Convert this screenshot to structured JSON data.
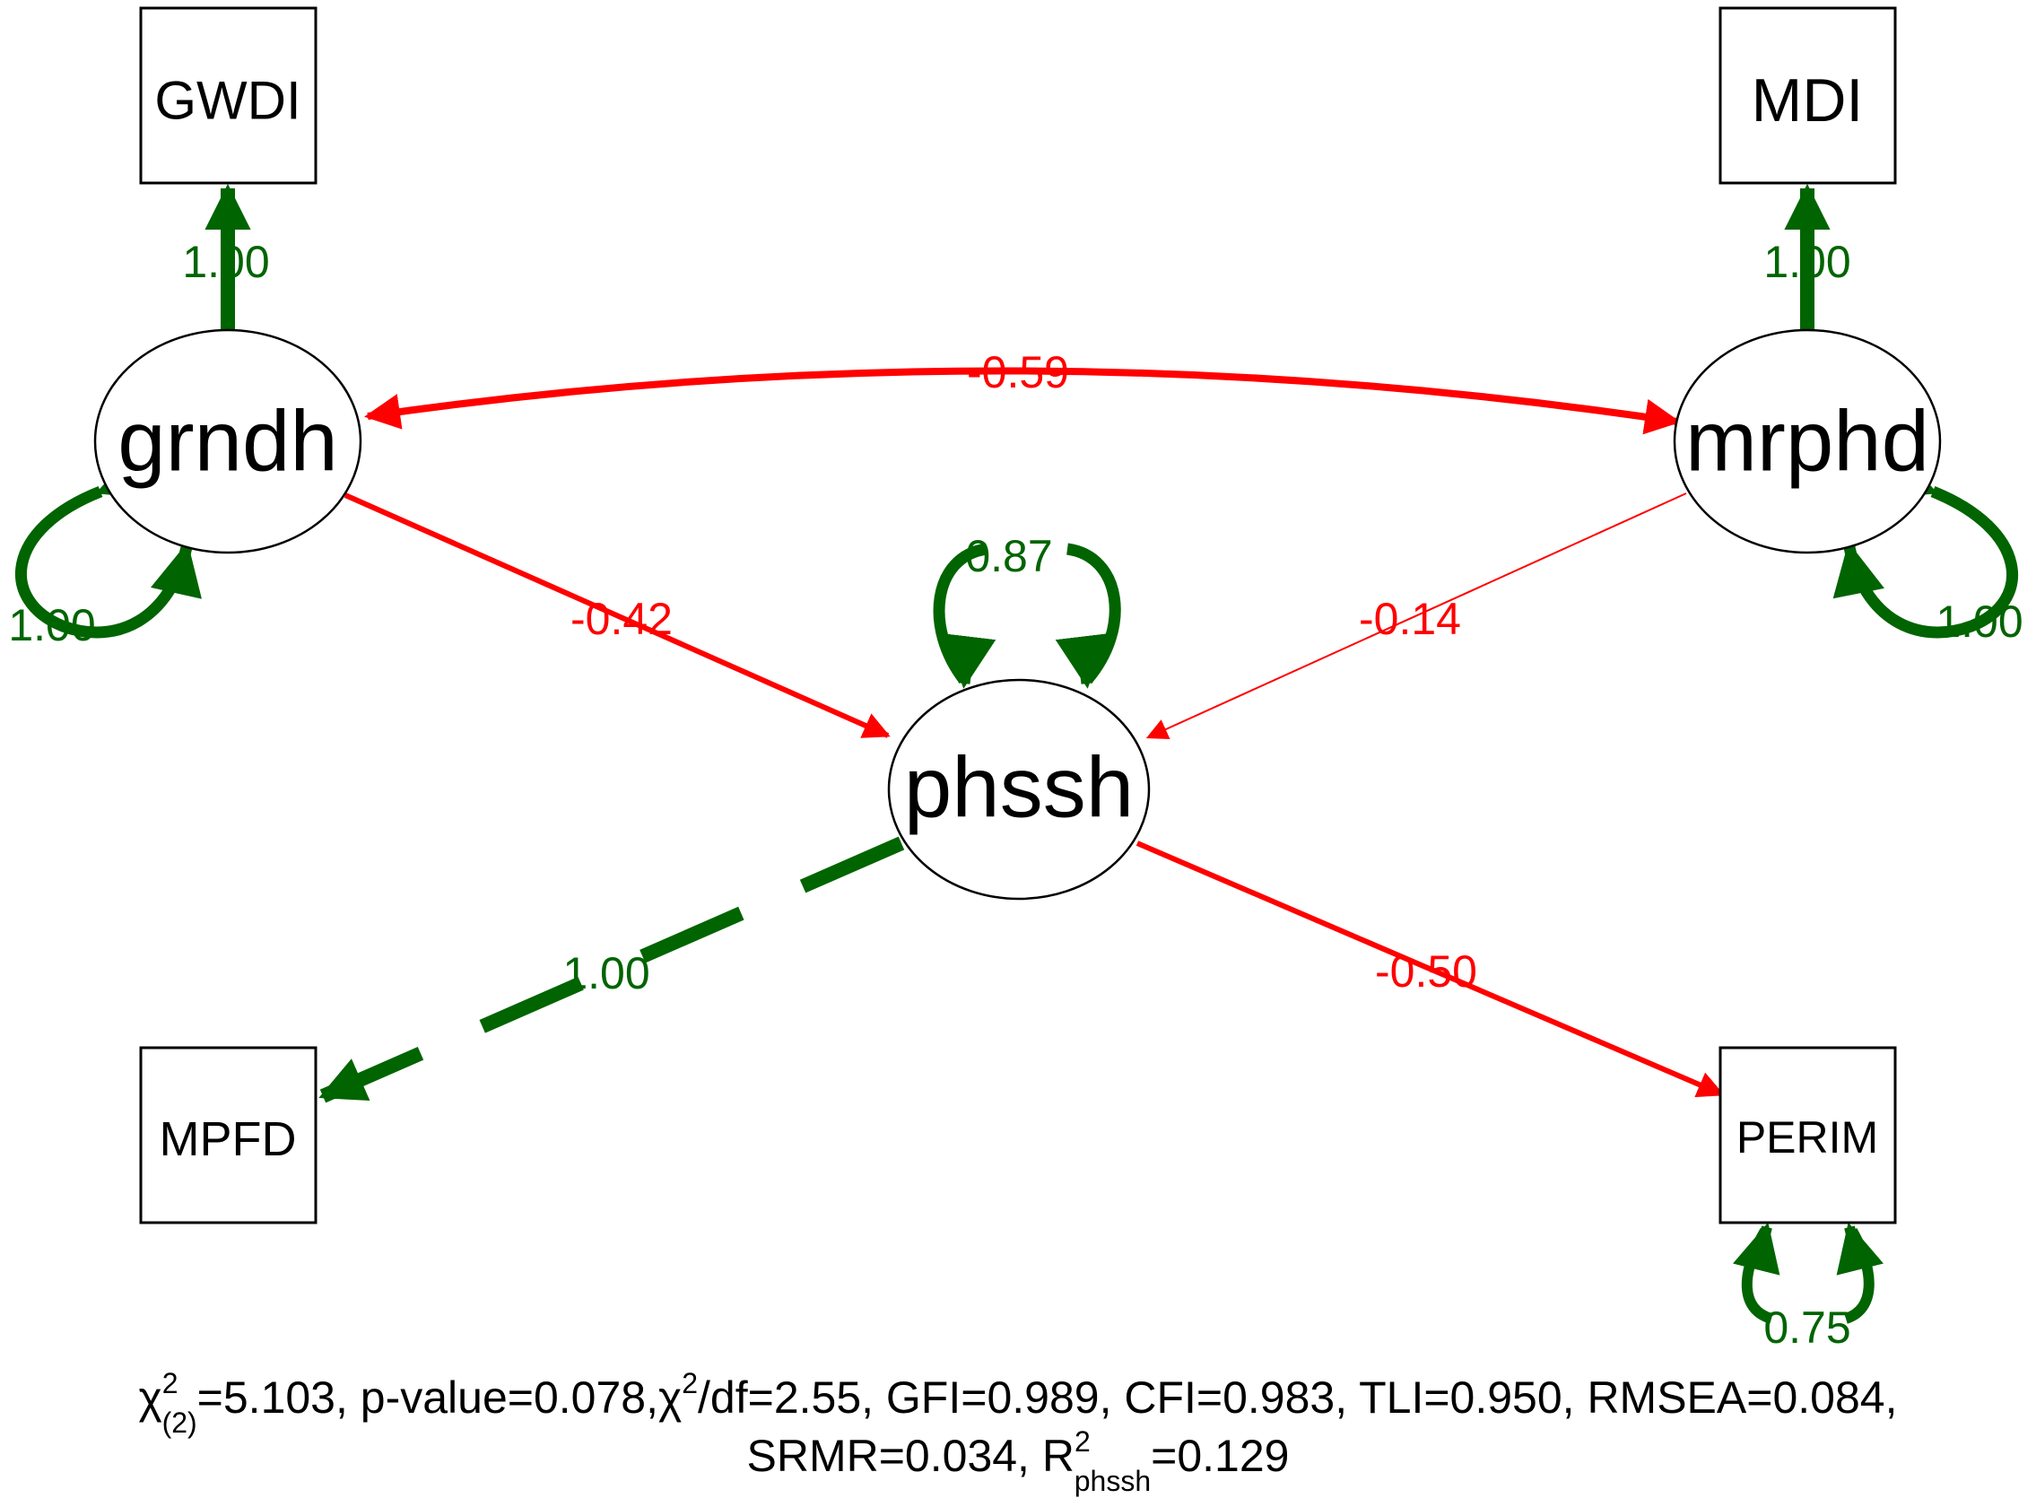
{
  "colors": {
    "positive": "#006400",
    "negative": "#ff0000",
    "node_stroke": "#000000"
  },
  "observed": {
    "gwdi": "GWDI",
    "mdi": "MDI",
    "mpfd": "MPFD",
    "perim": "PERIM"
  },
  "latent": {
    "grndh": "grndh",
    "mrphd": "mrphd",
    "phssh": "phssh"
  },
  "paths": [
    {
      "from": "grndh",
      "to": "GWDI",
      "value": "1.00",
      "sign": "positive"
    },
    {
      "from": "mrphd",
      "to": "MDI",
      "value": "1.00",
      "sign": "positive"
    },
    {
      "from": "grndh",
      "to": "mrphd",
      "value": "-0.59",
      "sign": "negative",
      "covariance": true
    },
    {
      "from": "grndh",
      "to": "phssh",
      "value": "-0.42",
      "sign": "negative"
    },
    {
      "from": "mrphd",
      "to": "phssh",
      "value": "-0.14",
      "sign": "negative"
    },
    {
      "from": "phssh",
      "to": "MPFD",
      "value": "1.00",
      "sign": "positive",
      "fixed": true
    },
    {
      "from": "phssh",
      "to": "PERIM",
      "value": "-0.50",
      "sign": "negative"
    }
  ],
  "variances": {
    "grndh": "1.00",
    "mrphd": "1.00",
    "phssh": "0.87",
    "perim": "0.75"
  },
  "fit": {
    "chi_symbol": "χ",
    "sup2": "2",
    "df_sub": "(2)",
    "chi_value": "=5.103, p-value=0.078,",
    "chi_df": "/df=2.55, GFI=0.989, CFI=0.983, TLI=0.950, RMSEA=0.084,",
    "line2_a": "SRMR=0.034, R",
    "r2_sub": "phssh",
    "r2_value": "=0.129"
  }
}
